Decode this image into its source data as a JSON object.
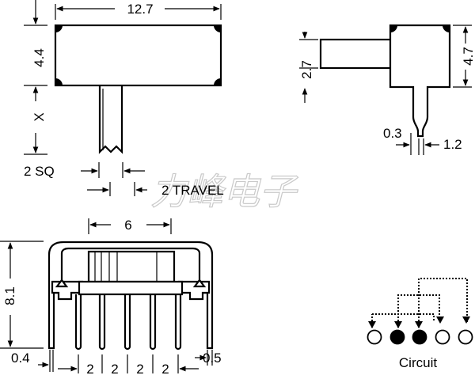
{
  "dimensions": {
    "width_top": "12.7",
    "height_body": "4.4",
    "lever_length": "X",
    "lever_width": "2 SQ",
    "travel": "2 TRAVEL",
    "side_height": "4.7",
    "side_lever": "2.7",
    "pin_thickness": "0.3",
    "pin_offset": "1.2",
    "housing_width": "6",
    "front_height": "8.1",
    "left_offset": "0.4",
    "right_offset": "0.5",
    "pitch_1": "2",
    "pitch_2": "2",
    "pitch_3": "2",
    "pitch_4": "2"
  },
  "circuit": {
    "label": "Circuit",
    "contacts": [
      "open",
      "filled",
      "filled",
      "open",
      "open"
    ]
  },
  "watermark": "力峰电子"
}
